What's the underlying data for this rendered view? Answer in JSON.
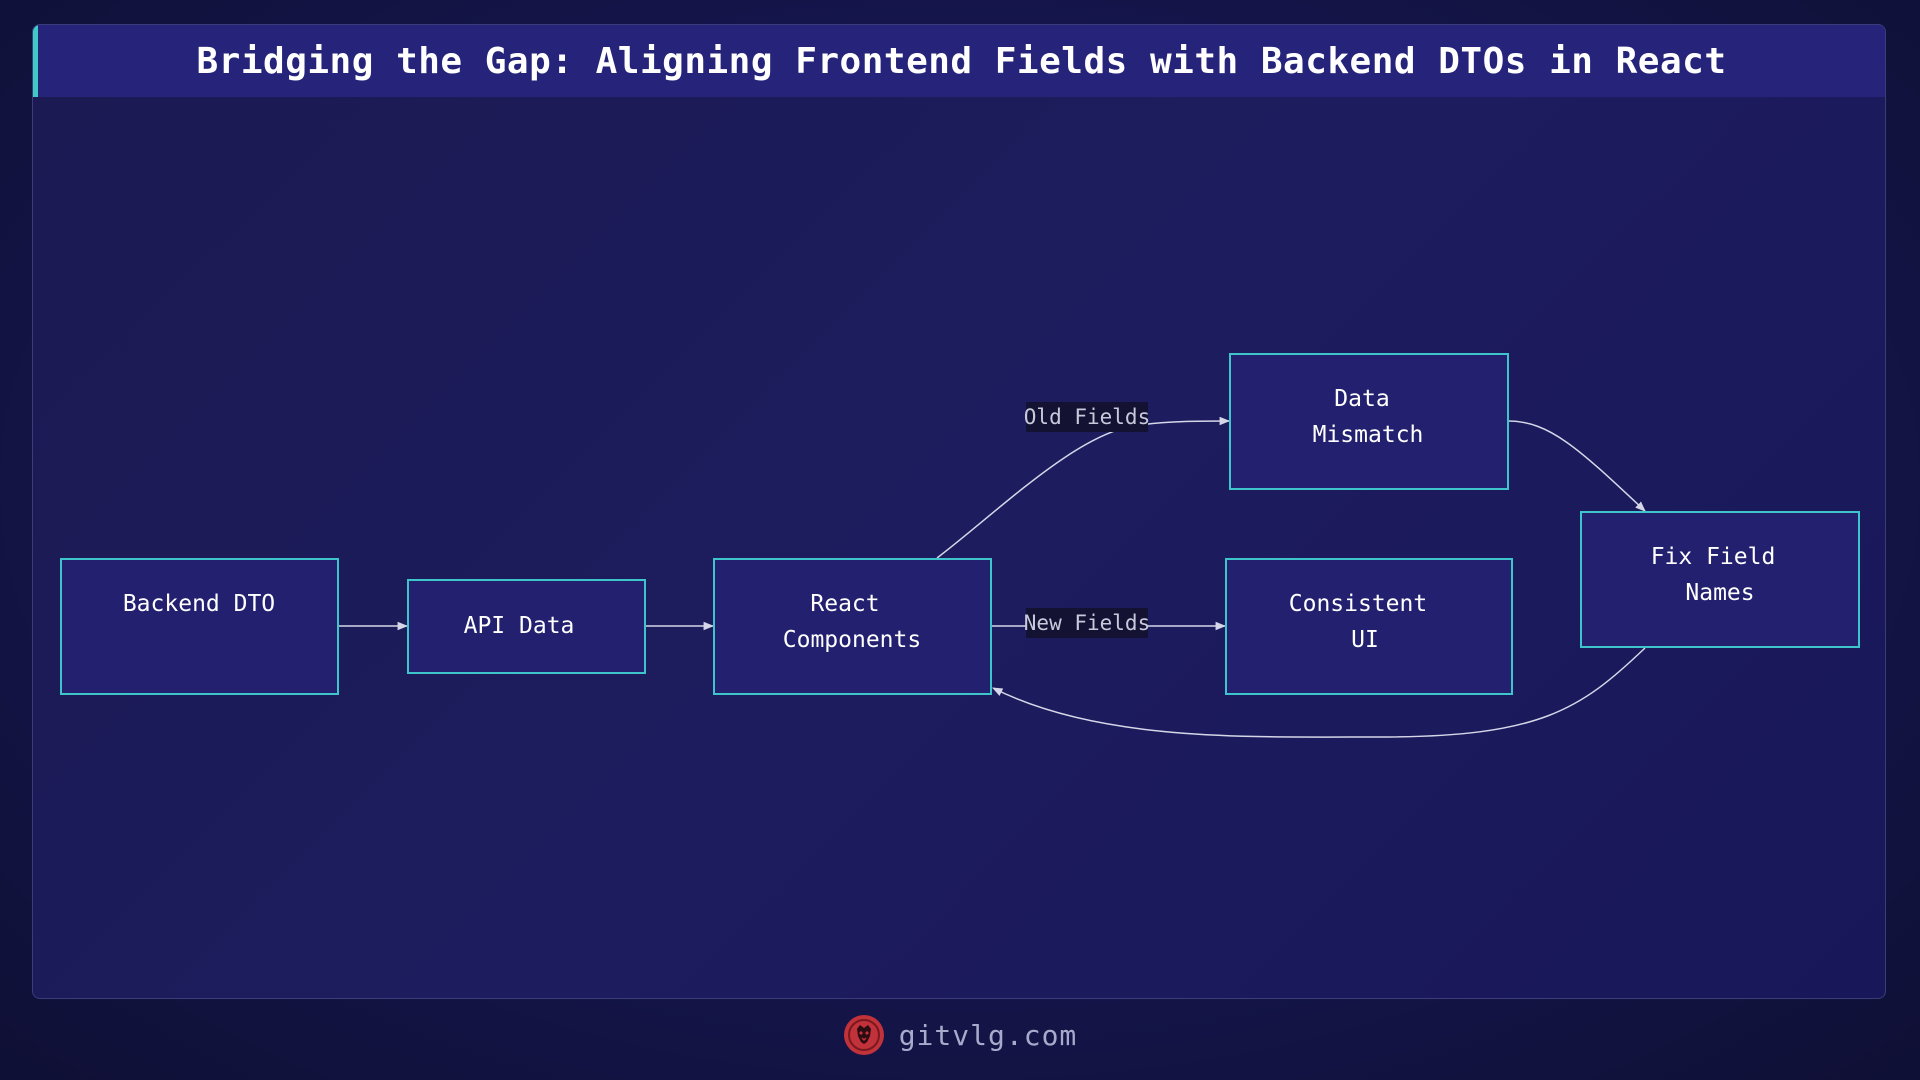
{
  "header": {
    "title": "Bridging the Gap: Aligning Frontend Fields with Backend DTOs in React"
  },
  "nodes": {
    "backend_dto": [
      "Backend DTO"
    ],
    "api_data": [
      "API Data"
    ],
    "react_components": [
      "React",
      "Components"
    ],
    "data_mismatch": [
      "Data",
      "Mismatch"
    ],
    "consistent_ui": [
      "Consistent",
      "UI"
    ],
    "fix_field_names": [
      "Fix Field",
      "Names"
    ]
  },
  "edges": {
    "old_fields_label": "Old Fields",
    "new_fields_label": "New Fields"
  },
  "footer": {
    "site": "gitvlg.com",
    "logo_icon": "lion-head-icon"
  },
  "colors": {
    "background": "#161650",
    "node_fill": "#23216f",
    "node_border": "#3ec5cc",
    "header_accent": "#40c9c6",
    "logo": "#c2323a"
  }
}
